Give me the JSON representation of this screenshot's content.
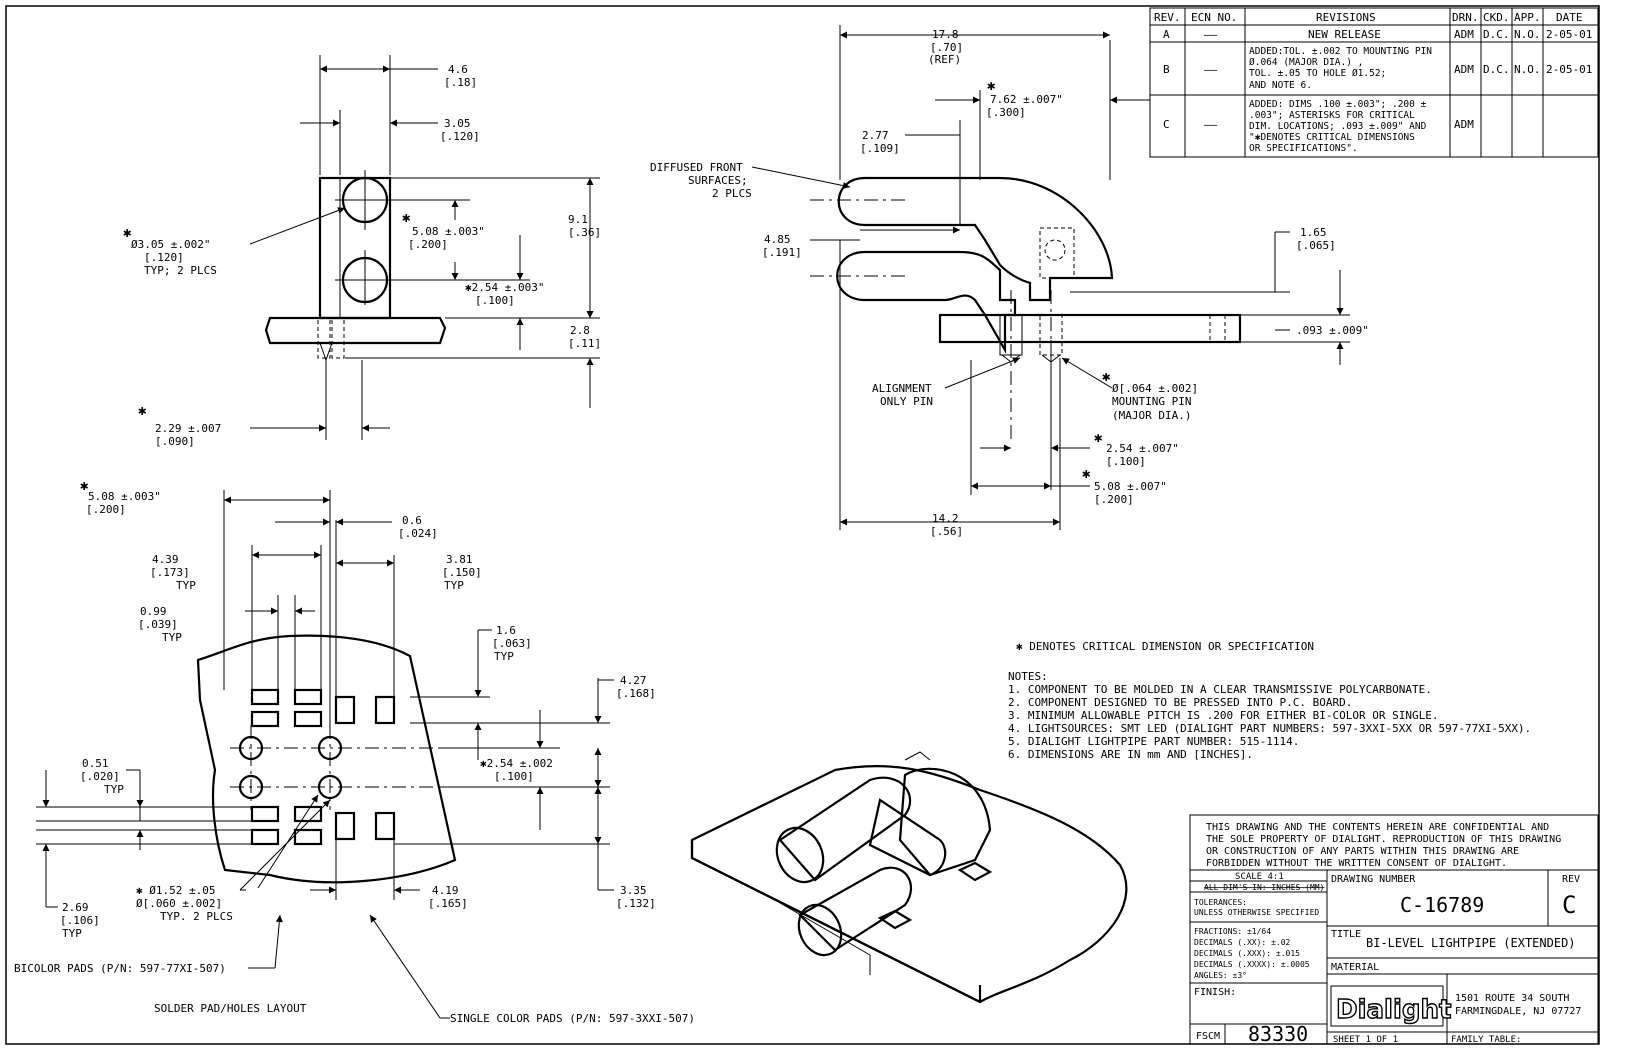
{
  "revision_table": {
    "headers": [
      "REV.",
      "ECN NO.",
      "REVISIONS",
      "DRN.",
      "CKD.",
      "APP.",
      "DATE"
    ],
    "rows": [
      {
        "rev": "A",
        "ecn": "——",
        "desc": [
          "NEW RELEASE"
        ],
        "drn": "ADM",
        "ckd": "D.C.",
        "app": "N.O.",
        "date": "2-05-01"
      },
      {
        "rev": "B",
        "ecn": "——",
        "desc": [
          "ADDED:TOL. ±.002 TO MOUNTING PIN",
          "Ø.064 (MAJOR DIA.) ,",
          "TOL. ±.05 TO HOLE Ø1.52;",
          "AND NOTE 6."
        ],
        "drn": "ADM",
        "ckd": "D.C.",
        "app": "N.O.",
        "date": "2-05-01"
      },
      {
        "rev": "C",
        "ecn": "——",
        "desc": [
          "ADDED: DIMS .100 ±.003\"; .200 ±",
          ".003\"; ASTERISKS FOR CRITICAL",
          "DIM. LOCATIONS; .093 ±.009\" AND",
          "\"✱DENOTES CRITICAL DIMENSIONS",
          "OR SPECIFICATIONS\"."
        ],
        "drn": "ADM",
        "ckd": "",
        "app": "",
        "date": ""
      }
    ]
  },
  "front_view": {
    "dim_4_6": [
      "4.6",
      "[.18]"
    ],
    "dim_3_05": [
      "3.05",
      "[.120]"
    ],
    "dim_9_1": [
      "9.1",
      "[.36]"
    ],
    "dim_2_8": [
      "2.8",
      "[.11]"
    ],
    "dim_508": [
      "✱",
      "5.08  ±.003\"",
      "[.200]"
    ],
    "dim_254": [
      "✱2.54  ±.003\"",
      "[.100]"
    ],
    "dim_dia305": [
      "✱",
      "Ø3.05  ±.002\"",
      "[.120]",
      "TYP; 2 PLCS"
    ],
    "dim_229": [
      "✱",
      "2.29  ±.007",
      "[.090]"
    ]
  },
  "side_view": {
    "dim_17_8": [
      "17.8",
      "[.70]",
      "(REF)"
    ],
    "dim_762": [
      "✱",
      "7.62  ±.007\"",
      "[.300]"
    ],
    "dim_2_77": [
      "2.77",
      "[.109]"
    ],
    "dim_4_85": [
      "4.85",
      "[.191]"
    ],
    "dim_1_65": [
      "1.65",
      "[.065]"
    ],
    "dim_093": [
      ".093 ±.009\""
    ],
    "diffused": [
      "DIFFUSED FRONT",
      "SURFACES;",
      "2 PLCS"
    ],
    "alignment": [
      "ALIGNMENT",
      "ONLY PIN"
    ],
    "mounting": [
      "✱",
      "Ø[.064 ±.002]",
      "MOUNTING PIN",
      "(MAJOR DIA.)"
    ],
    "dim_254b": [
      "✱",
      "2.54  ±.007\"",
      "[.100]"
    ],
    "dim_508b": [
      "✱",
      "5.08  ±.007\"",
      "[.200]"
    ],
    "dim_14_2": [
      "14.2",
      "[.56]"
    ]
  },
  "pad_layout": {
    "dim_508": [
      "✱",
      "5.08  ±.003\"",
      "[.200]"
    ],
    "dim_0_6": [
      "0.6",
      "[.024]"
    ],
    "dim_4_39": [
      "4.39",
      "[.173]",
      "TYP"
    ],
    "dim_3_81": [
      "3.81",
      "[.150]",
      "TYP"
    ],
    "dim_0_99": [
      "0.99",
      "[.039]",
      "TYP"
    ],
    "dim_1_6": [
      "1.6",
      "[.063]",
      "TYP"
    ],
    "dim_4_27": [
      "4.27",
      "[.168]"
    ],
    "dim_0_51": [
      "0.51",
      "[.020]",
      "TYP"
    ],
    "dim_254": [
      "✱2.54  ±.002",
      "[.100]"
    ],
    "dim_hole": [
      "✱  Ø1.52 ±.05",
      "Ø[.060 ±.002]",
      "TYP. 2 PLCS"
    ],
    "dim_4_19": [
      "4.19",
      "[.165]"
    ],
    "dim_3_35": [
      "3.35",
      "[.132]"
    ],
    "dim_2_69": [
      "2.69",
      "[.106]",
      "TYP"
    ],
    "bicolor": "BICOLOR PADS (P/N: 597-77XI-507)",
    "single": "SINGLE COLOR PADS (P/N: 597-3XXI-507)",
    "caption": "SOLDER PAD/HOLES LAYOUT"
  },
  "notes": {
    "critical": "✱ DENOTES CRITICAL DIMENSION OR SPECIFICATION",
    "lines": [
      "NOTES:",
      "1. COMPONENT TO BE MOLDED IN A CLEAR TRANSMISSIVE POLYCARBONATE.",
      "2. COMPONENT DESIGNED TO BE PRESSED INTO P.C. BOARD.",
      "3. MINIMUM ALLOWABLE PITCH IS .200 FOR EITHER BI-COLOR OR SINGLE.",
      "4. LIGHTSOURCES: SMT LED (DIALIGHT PART NUMBERS: 597-3XXI-5XX OR 597-77XI-5XX).",
      "5. DIALIGHT LIGHTPIPE PART NUMBER: 515-1114.",
      "6. DIMENSIONS ARE IN mm AND [INCHES]."
    ]
  },
  "title_block": {
    "confidential": [
      "THIS DRAWING AND THE CONTENTS HEREIN ARE CONFIDENTIAL AND",
      "THE SOLE PROPERTY OF DIALIGHT.  REPRODUCTION OF THIS DRAWING",
      "OR CONSTRUCTION OF ANY PARTS WITHIN THIS DRAWING ARE",
      "FORBIDDEN WITHOUT THE WRITTEN CONSENT OF DIALIGHT."
    ],
    "scale": "SCALE 4:1",
    "all_dims": "ALL DIM'S IN: INCHES (MM)",
    "tolerances": [
      "TOLERANCES:",
      "UNLESS OTHERWISE SPECIFIED"
    ],
    "tol_values": [
      "FRACTIONS: ±1/64",
      "DECIMALS (.XX): ±.02",
      "DECIMALS (.XXX): ±.015",
      "DECIMALS (.XXXX): ±.0005",
      "ANGLES: ±3°"
    ],
    "finish": "FINISH:",
    "fscm_label": "FSCM",
    "fscm": "83330",
    "drawing_number_label": "DRAWING NUMBER",
    "drawing_number": "C-16789",
    "rev_label": "REV",
    "rev": "C",
    "title_label": "TITLE",
    "title": "BI-LEVEL LIGHTPIPE (EXTENDED)",
    "material_label": "MATERIAL",
    "logo": "Dialight",
    "address": [
      "1501 ROUTE 34 SOUTH",
      "FARMINGDALE, NJ 07727"
    ],
    "sheet": "SHEET   1   OF   1",
    "family": "FAMILY TABLE:"
  }
}
